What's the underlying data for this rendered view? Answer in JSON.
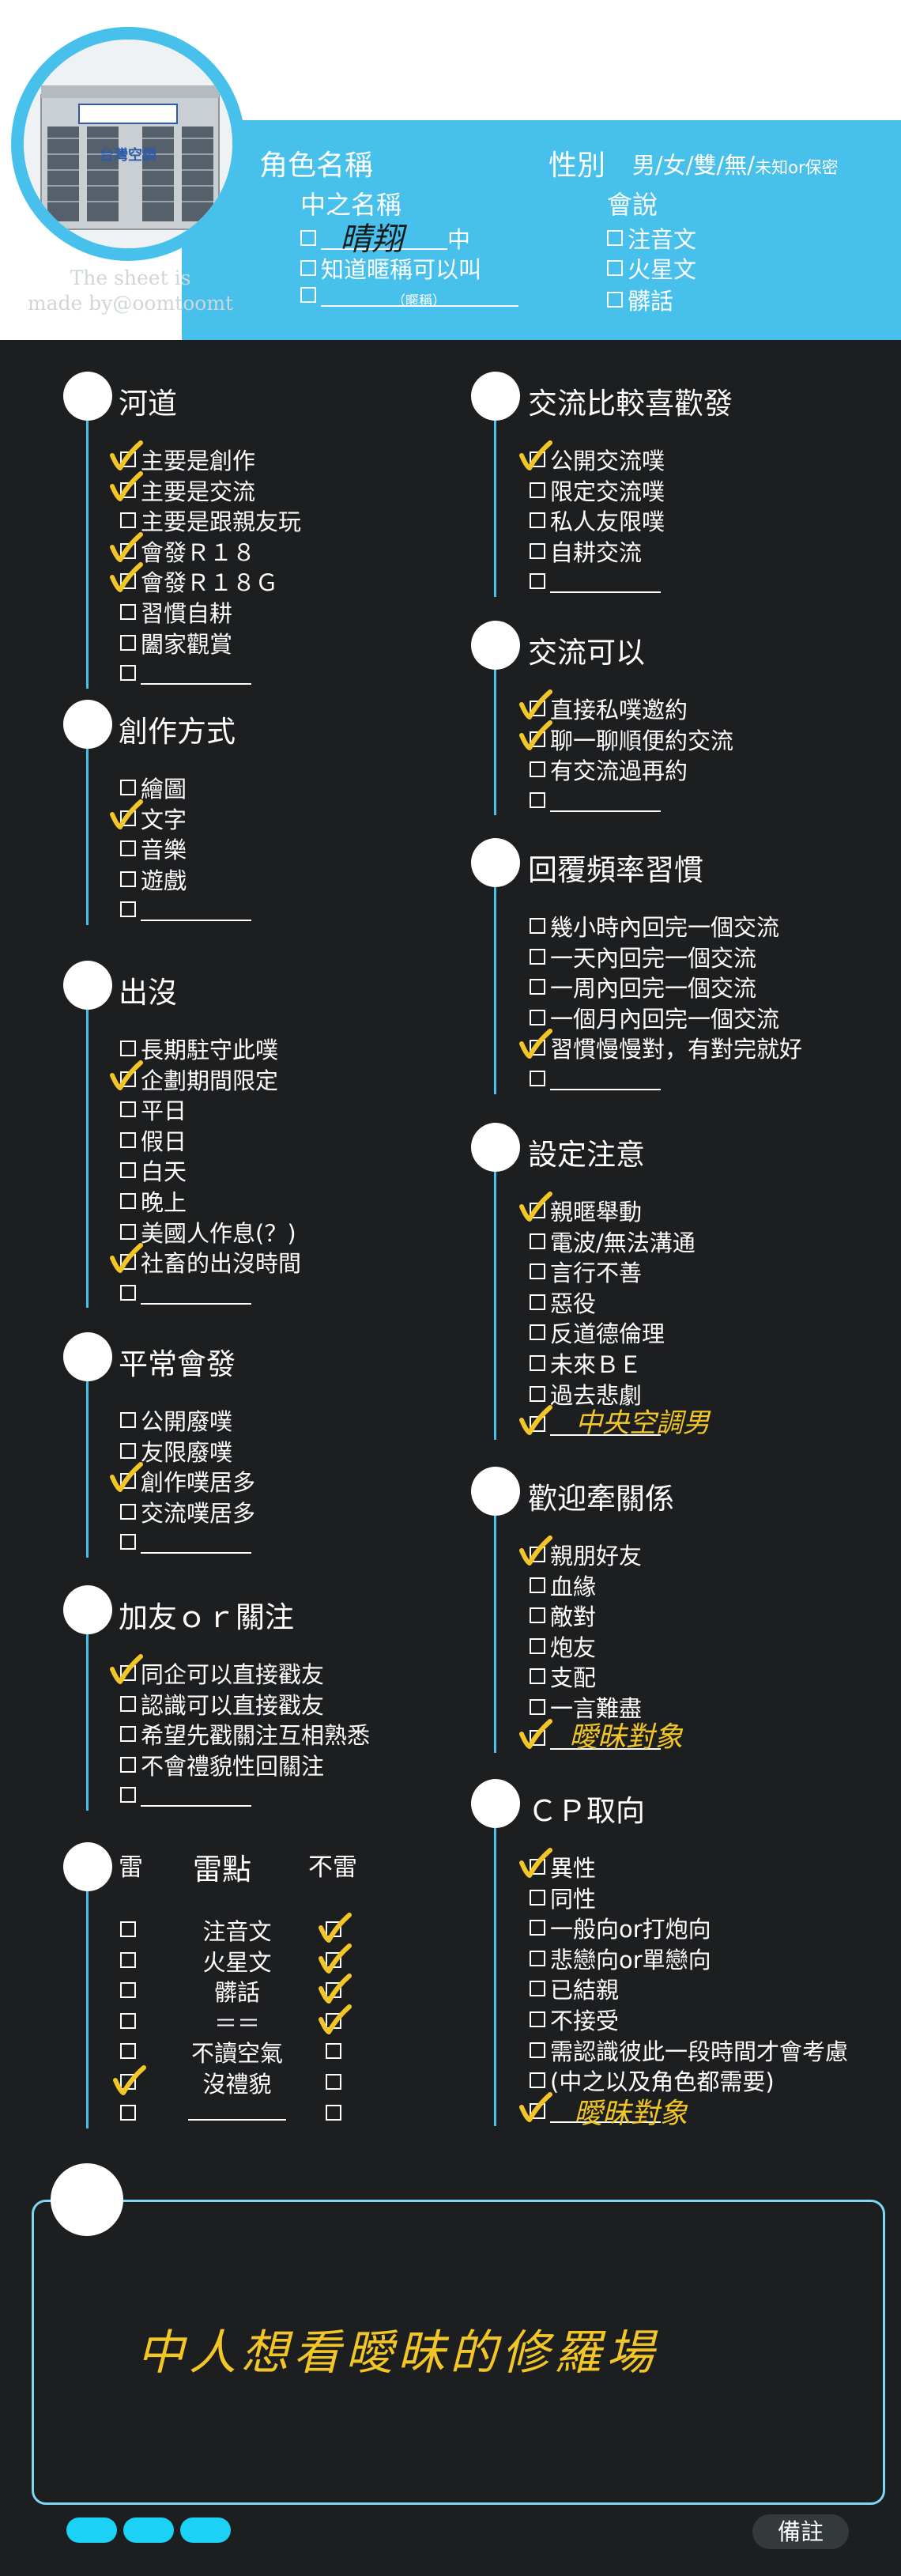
{
  "header": {
    "credit_line1": "The sheet is",
    "credit_line2": "made by@oomtoomt",
    "avatar_label": "台灣空調",
    "char_name_label": "角色名稱",
    "gender_label": "性別",
    "gender_options": "男/女/雙/無/",
    "gender_extra": "未知or保密",
    "cn_name_label": "中之名稱",
    "cn_name_value": "晴翔",
    "cn_name_suffix": "中",
    "nickname_label": "知道暱稱可以叫",
    "nickname_hint": "（暱稱）",
    "speech_label": "會說",
    "speech_items": [
      "注音文",
      "火星文",
      "髒話"
    ]
  },
  "sections_left": [
    {
      "title": "河道",
      "items": [
        "主要是創作",
        "主要是交流",
        "主要是跟親友玩",
        "會發Ｒ１８",
        "會發Ｒ１８Ｇ",
        "習慣自耕",
        "闔家觀賞",
        ""
      ]
    },
    {
      "title": "創作方式",
      "items": [
        "繪圖",
        "文字",
        "音樂",
        "遊戲",
        ""
      ]
    },
    {
      "title": "出沒",
      "items": [
        "長期駐守此噗",
        "企劃期間限定",
        "平日",
        "假日",
        "白天",
        "晚上",
        "美國人作息(？)",
        "社畜的出沒時間",
        ""
      ]
    },
    {
      "title": "平常會發",
      "items": [
        "公開廢噗",
        "友限廢噗",
        "創作噗居多",
        "交流噗居多",
        ""
      ]
    },
    {
      "title": "加友ｏｒ關注",
      "items": [
        "同企可以直接戳友",
        "認識可以直接戳友",
        "希望先戳關注互相熟悉",
        "不會禮貌性回關注",
        ""
      ]
    }
  ],
  "sections_right": [
    {
      "title": "交流比較喜歡發",
      "items": [
        "公開交流噗",
        "限定交流噗",
        "私人友限噗",
        "自耕交流",
        ""
      ]
    },
    {
      "title": "交流可以",
      "items": [
        "直接私噗邀約",
        "聊一聊順便約交流",
        "有交流過再約",
        ""
      ]
    },
    {
      "title": "回覆頻率習慣",
      "items": [
        "幾小時內回完一個交流",
        "一天內回完一個交流",
        "一周內回完一個交流",
        "一個月內回完一個交流",
        "習慣慢慢對，有對完就好",
        ""
      ]
    },
    {
      "title": "設定注意",
      "items": [
        "親暱舉動",
        "電波/無法溝通",
        "言行不善",
        "惡役",
        "反道德倫理",
        "未來ＢＥ",
        "過去悲劇",
        ""
      ]
    },
    {
      "title": "歡迎牽關係",
      "items": [
        "親朋好友",
        "血緣",
        "敵對",
        "炮友",
        "支配",
        "一言難盡",
        ""
      ]
    },
    {
      "title": "ＣＰ取向",
      "items": [
        "異性",
        "同性",
        "一般向or打炮向",
        "悲戀向or單戀向",
        "已結親",
        "不接受",
        "需認識彼此一段時間才會考慮",
        "(中之以及角色都需要)",
        ""
      ]
    }
  ],
  "mine": {
    "title_left": "雷",
    "title": "雷點",
    "title_right": "不雷",
    "rows": [
      "注音文",
      "火星文",
      "髒話",
      "＝＝",
      "不讀空氣",
      "沒禮貌",
      ""
    ]
  },
  "handwriting": {
    "setting_extra": "中央空調男",
    "relation_extra": "曖昧對象",
    "cp_extra": "曖昧對象",
    "note": "中人想看曖昧的修羅場"
  },
  "footer": {
    "remarks_label": "備註"
  },
  "colors": {
    "accent": "#47c1ec",
    "dark": "#1c1e20",
    "ink": "#f3c628"
  }
}
